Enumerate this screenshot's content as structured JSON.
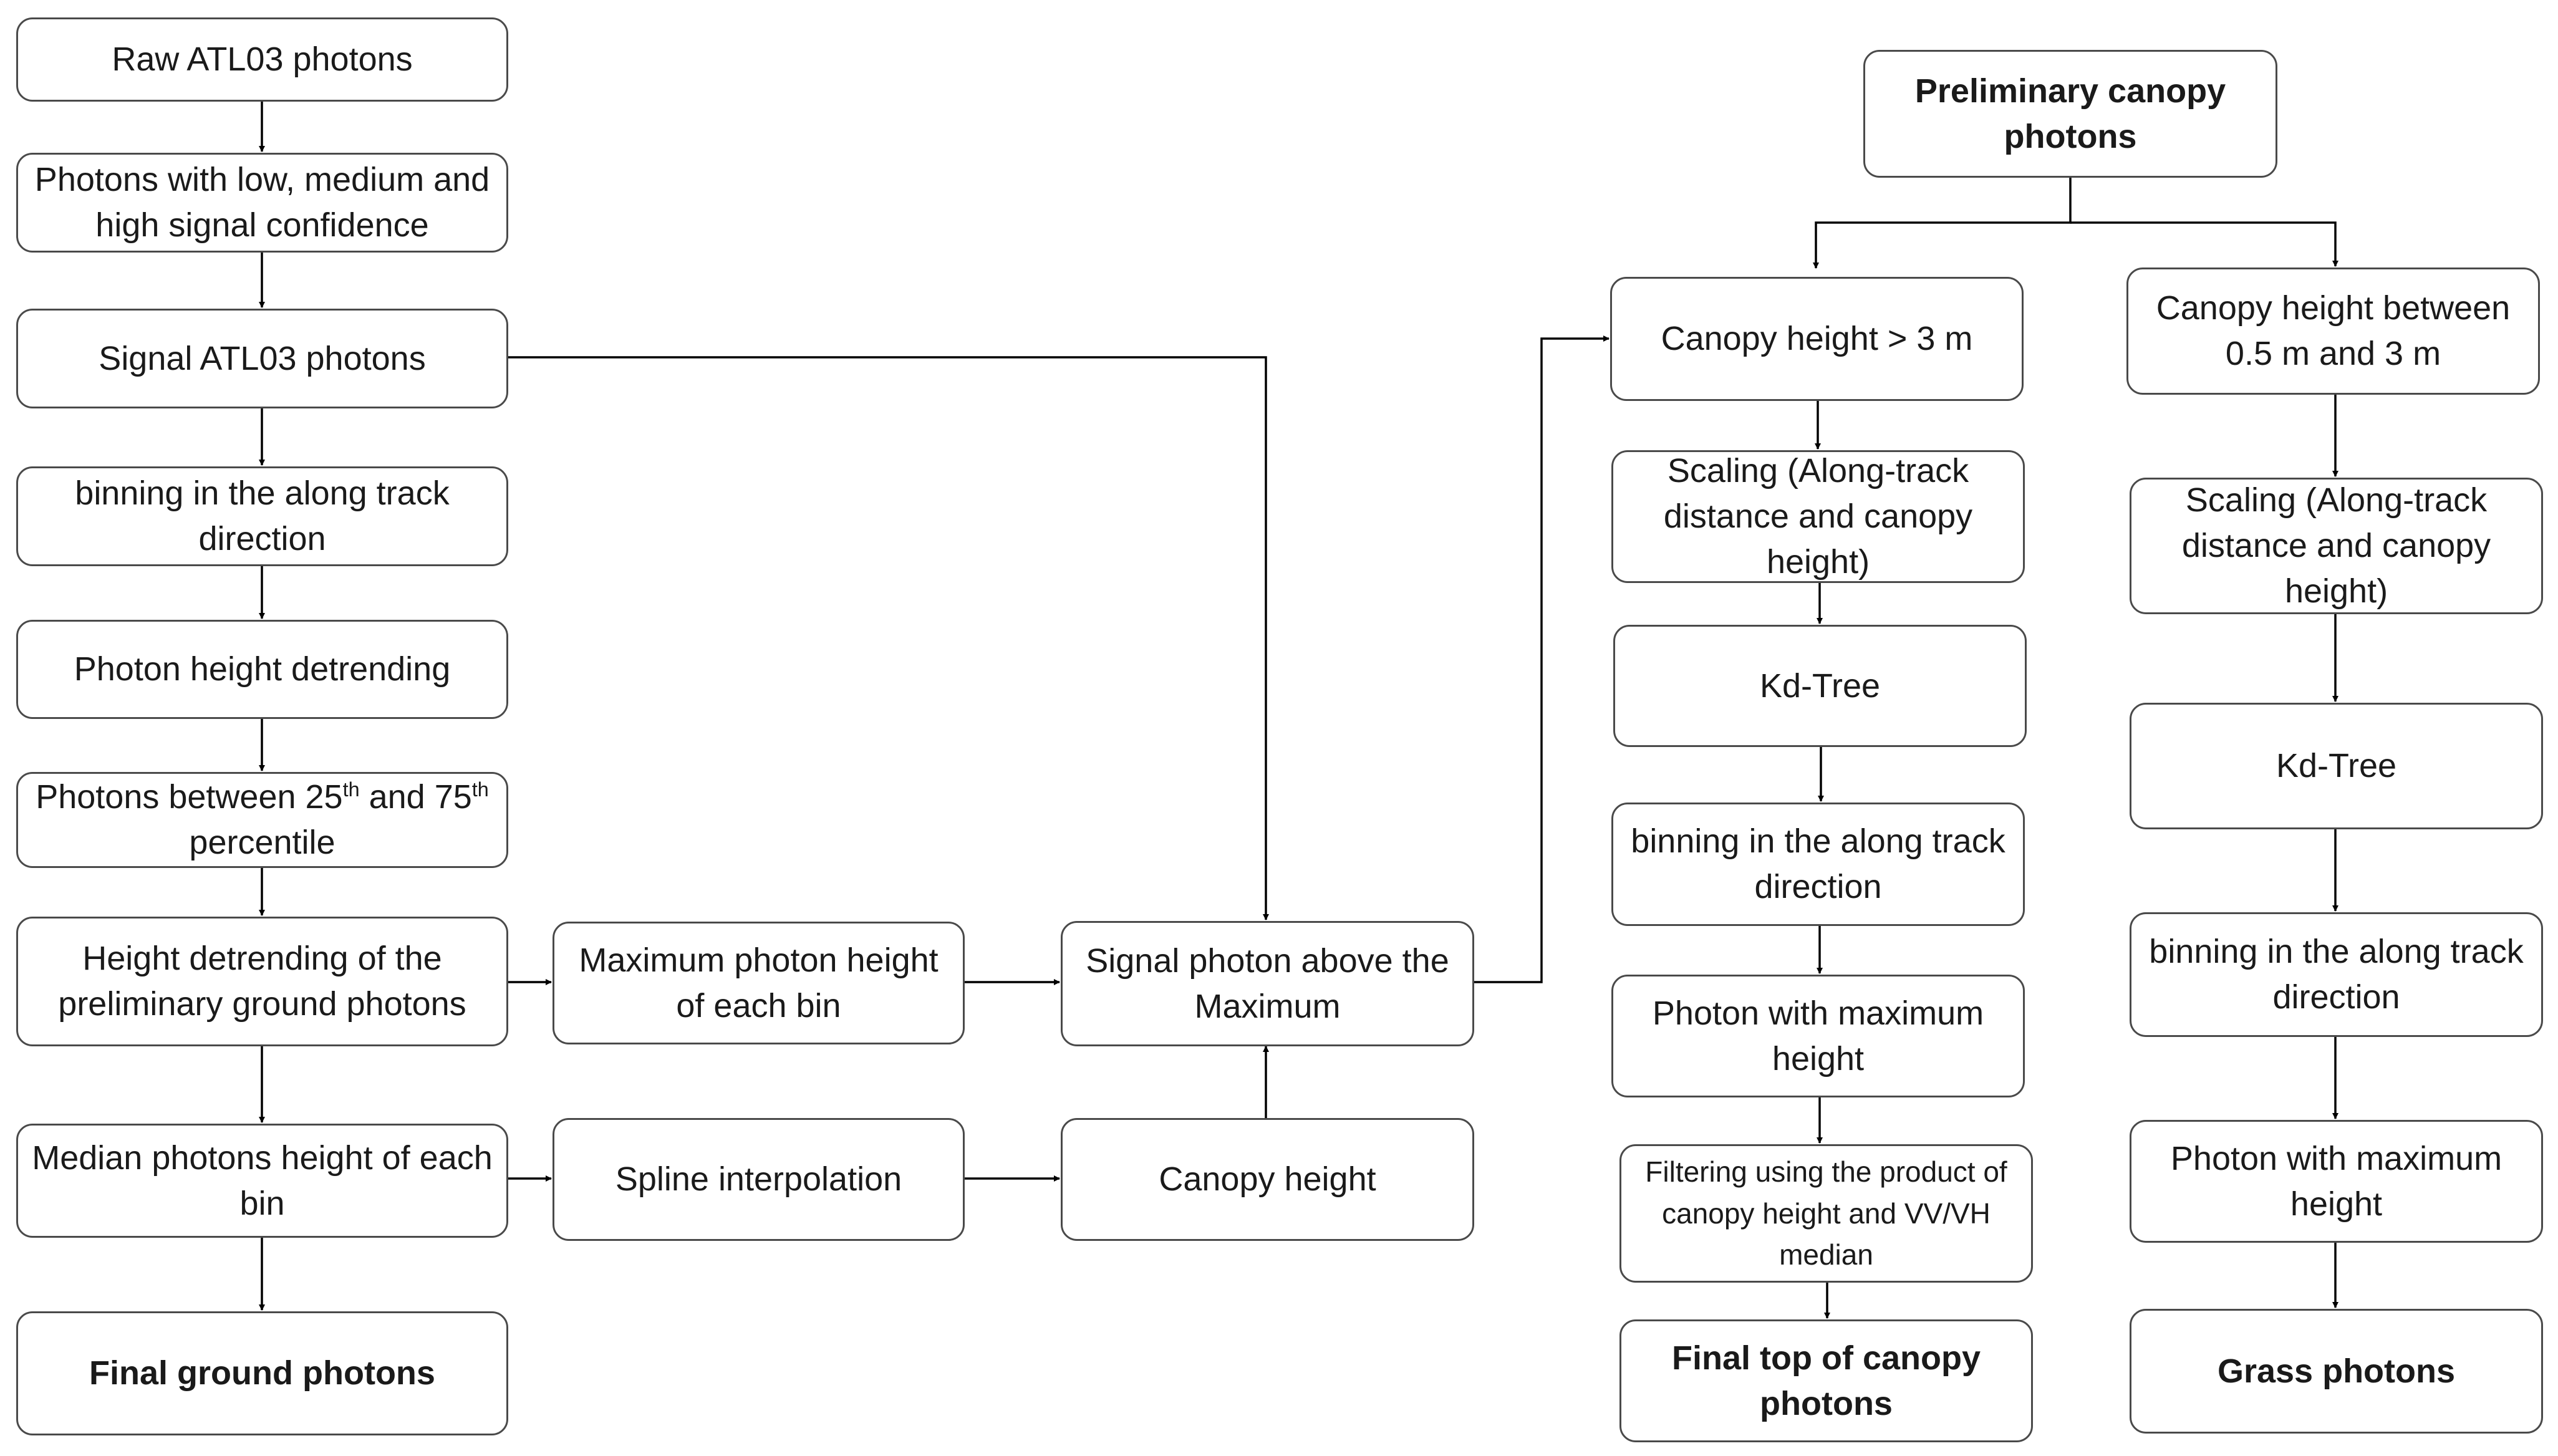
{
  "left_column": {
    "raw": "Raw ATL03 photons",
    "confidence": "Photons with low, medium and high signal confidence",
    "signal": "Signal ATL03 photons",
    "binning": "binning in the along track direction",
    "detrending": "Photon height detrending",
    "percentile": {
      "part1": "Photons between 25",
      "sup1": "th",
      "part2": " and 75",
      "sup2": "th",
      "part3": " percentile"
    },
    "height_detrending_ground": "Height detrending of the preliminary ground photons",
    "median": "Median photons height of each bin",
    "final_ground": "Final ground photons"
  },
  "middle_column": {
    "max_height": "Maximum photon height of each bin",
    "spline": "Spline interpolation",
    "signal_above": "Signal photon above the Maximum",
    "canopy_height": "Canopy height"
  },
  "right_top": {
    "preliminary_canopy": "Preliminary canopy photons"
  },
  "canopy_branch": {
    "condition": "Canopy height > 3 m",
    "scaling": "Scaling (Along-track distance and canopy height)",
    "kdtree": "Kd-Tree",
    "binning": "binning in the along track direction",
    "max_photon": "Photon with maximum height",
    "filtering": "Filtering using the product of canopy height and VV/VH median",
    "final_canopy": "Final top of canopy photons"
  },
  "grass_branch": {
    "condition": "Canopy height between 0.5 m and 3 m",
    "scaling": "Scaling (Along-track distance and canopy height)",
    "kdtree": "Kd-Tree",
    "binning": "binning in the along track direction",
    "max_photon": "Photon with maximum height",
    "grass": "Grass photons"
  },
  "colors": {
    "border": "#4a4a4a",
    "arrow": "#000000",
    "text": "#1a1a1a",
    "background": "#ffffff"
  }
}
